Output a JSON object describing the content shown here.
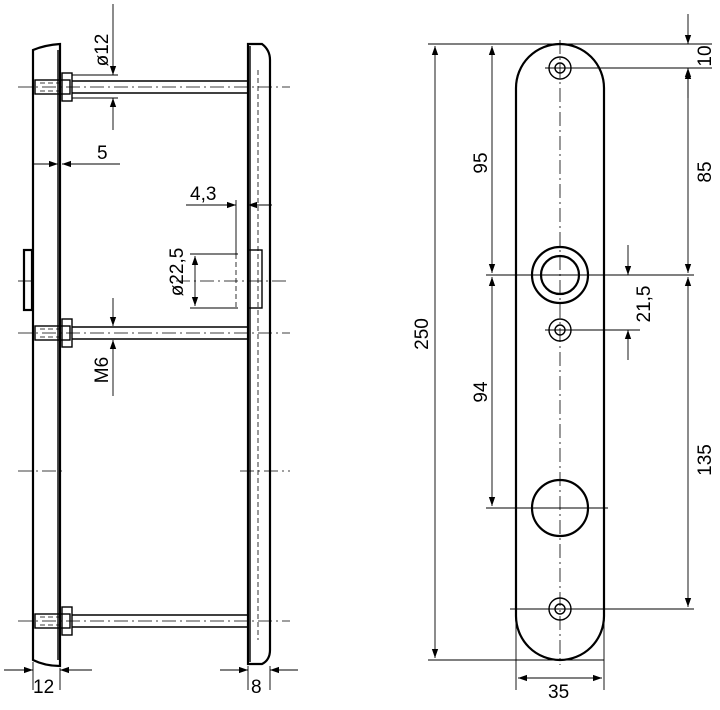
{
  "side_view": {
    "dimensions": {
      "bolt_diameter": "ø12",
      "offset": "5",
      "hole_offset": "4,3",
      "hole_diameter": "ø22,5",
      "thread": "M6",
      "front_thickness": "12",
      "back_thickness": "8"
    }
  },
  "front_view": {
    "dimensions": {
      "total_height": "250",
      "top_to_center": "95",
      "center_to_lock": "94",
      "top_margin": "10",
      "upper_span": "85",
      "lower_span": "135",
      "hole_spacing": "21,5",
      "width": "35"
    }
  }
}
